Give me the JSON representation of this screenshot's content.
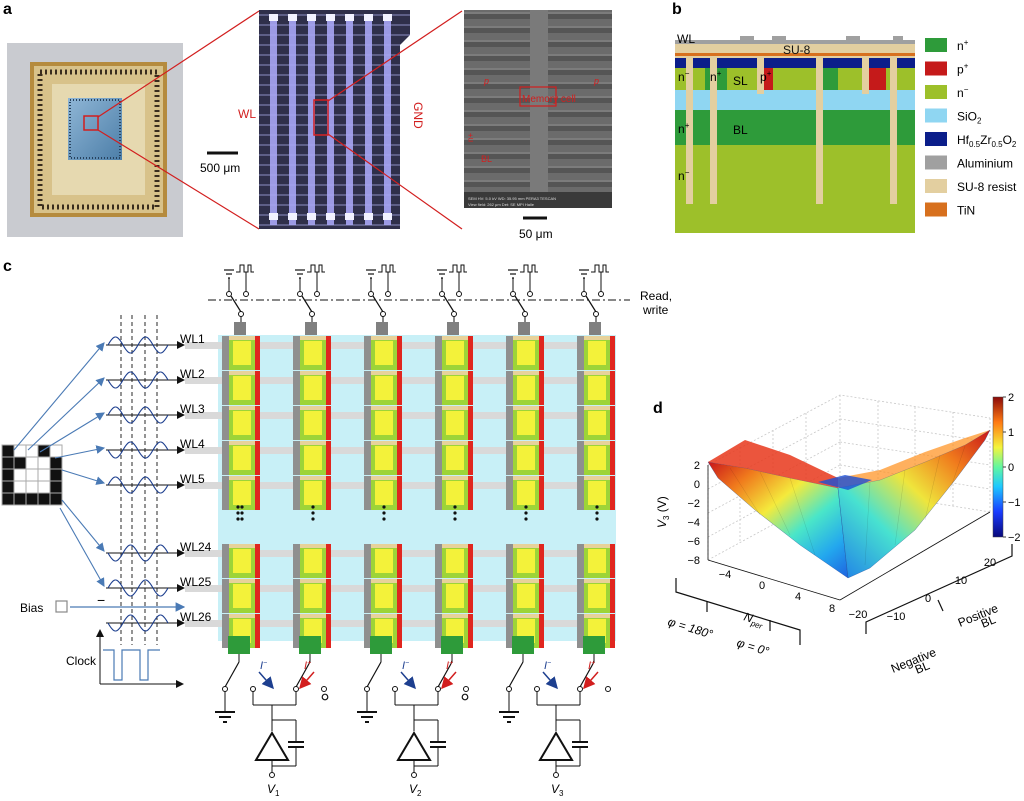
{
  "panel_letters": {
    "a": "a",
    "b": "b",
    "c": "c",
    "d": "d"
  },
  "panel_a": {
    "scalebar_left": "500 μm",
    "scalebar_right": "50 μm",
    "wl_label": "WL",
    "gnd_label": "GND",
    "memory_cell": "Memory cell",
    "sem_p_left": "p",
    "sem_p_right": "p",
    "sem_side": "n+",
    "sem_bl": "BL"
  },
  "panel_b": {
    "labels": {
      "wl": "WL",
      "su8": "SU-8",
      "n_minus_1": "n",
      "n_plus_1": "n",
      "sl": "SL",
      "p_plus": "p",
      "n_plus_2": "n",
      "bl": "BL",
      "n_minus_2": "n"
    },
    "legend": [
      {
        "text": "n",
        "sup": "+",
        "color": "#2e9b3a"
      },
      {
        "text": "p",
        "sup": "+",
        "color": "#c51a1a"
      },
      {
        "text": "n",
        "sup": "−",
        "color": "#9dc02a"
      },
      {
        "text": "SiO",
        "sub": "2",
        "color": "#8fd6f2"
      },
      {
        "text": "Hf",
        "sub": "0.5",
        "text2": "Zr",
        "sub2": "0.5",
        "text3": "O",
        "sub3": "2",
        "color": "#0b1e8a"
      },
      {
        "text": "Aluminium",
        "color": "#a0a0a0"
      },
      {
        "text": "SU-8 resist",
        "color": "#e3cfa0"
      },
      {
        "text": "TiN",
        "color": "#d7701e"
      }
    ]
  },
  "panel_c": {
    "read_write": [
      "Read,",
      "write"
    ],
    "wordlines": [
      "WL1",
      "WL2",
      "WL3",
      "WL4",
      "WL5",
      "WL24",
      "WL25",
      "WL26"
    ],
    "bias": "Bias",
    "bias_sign": "−",
    "clock": "Clock",
    "i_minus": "I",
    "i_plus": "I",
    "outputs": [
      {
        "name": "V",
        "sub": "1"
      },
      {
        "name": "V",
        "sub": "2"
      },
      {
        "name": "V",
        "sub": "3"
      }
    ]
  },
  "panel_d": {
    "zlabel": "V3 (V)",
    "zticks": [
      "2",
      "0",
      "−2",
      "−4",
      "−6",
      "−8"
    ],
    "nper_label": "N",
    "nper_sub": "per",
    "nper_ticks": [
      "−4",
      "0",
      "4",
      "8"
    ],
    "bl_ticks": [
      "20",
      "10",
      "0",
      "−10",
      "−20"
    ],
    "phi_left": "φ = 180°",
    "phi_right": "φ = 0°",
    "negative_bl": [
      "Negative",
      "BL"
    ],
    "positive_bl": [
      "Positive",
      "BL"
    ],
    "colorbar_ticks": [
      "2",
      "1",
      "0",
      "−1",
      "−2"
    ]
  }
}
